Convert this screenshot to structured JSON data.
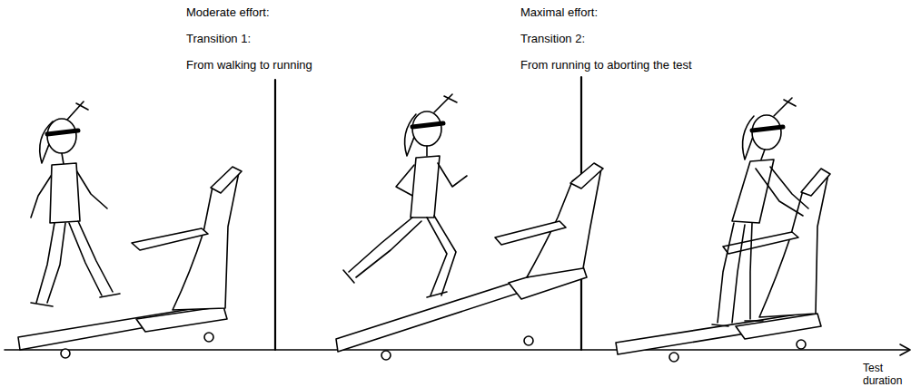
{
  "diagram": {
    "labels": [
      "Moderate effort:",
      "Transition 1:",
      "From walking to running",
      "Maximal effort:",
      "Transition 2:",
      "From running to aborting the test",
      "Test duration"
    ]
  }
}
